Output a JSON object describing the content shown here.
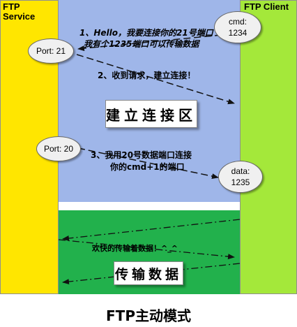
{
  "service": {
    "title_line1": "FTP",
    "title_line2": "Service"
  },
  "client": {
    "title": "FTP Client"
  },
  "nodes": {
    "client_cmd": {
      "line1": "cmd:",
      "line2": "1234"
    },
    "server_port21": {
      "label": "Port: 21"
    },
    "server_port20": {
      "label": "Port: 20"
    },
    "client_data": {
      "line1": "data:",
      "line2": "1235"
    }
  },
  "messages": {
    "step1_line1": "1、Hello，我要连接你的21号端口",
    "step1_line2": "我有个1235端口可以传输数据",
    "step2": "2、收到请求，建立连接！",
    "step3_line1": "3、我用20号数据端口连接",
    "step3_line2": "你的cmd+1的端口",
    "transfer_msg": "欢快的传输着数据！^_^"
  },
  "zones": {
    "connect_label": "建立连接区",
    "transfer_label": "传输数据"
  },
  "caption": "FTP主动模式",
  "colors": {
    "service": "#ffe600",
    "client": "#a4e83a",
    "connect_zone": "#9fb6e9",
    "transfer_zone": "#22b14c"
  }
}
